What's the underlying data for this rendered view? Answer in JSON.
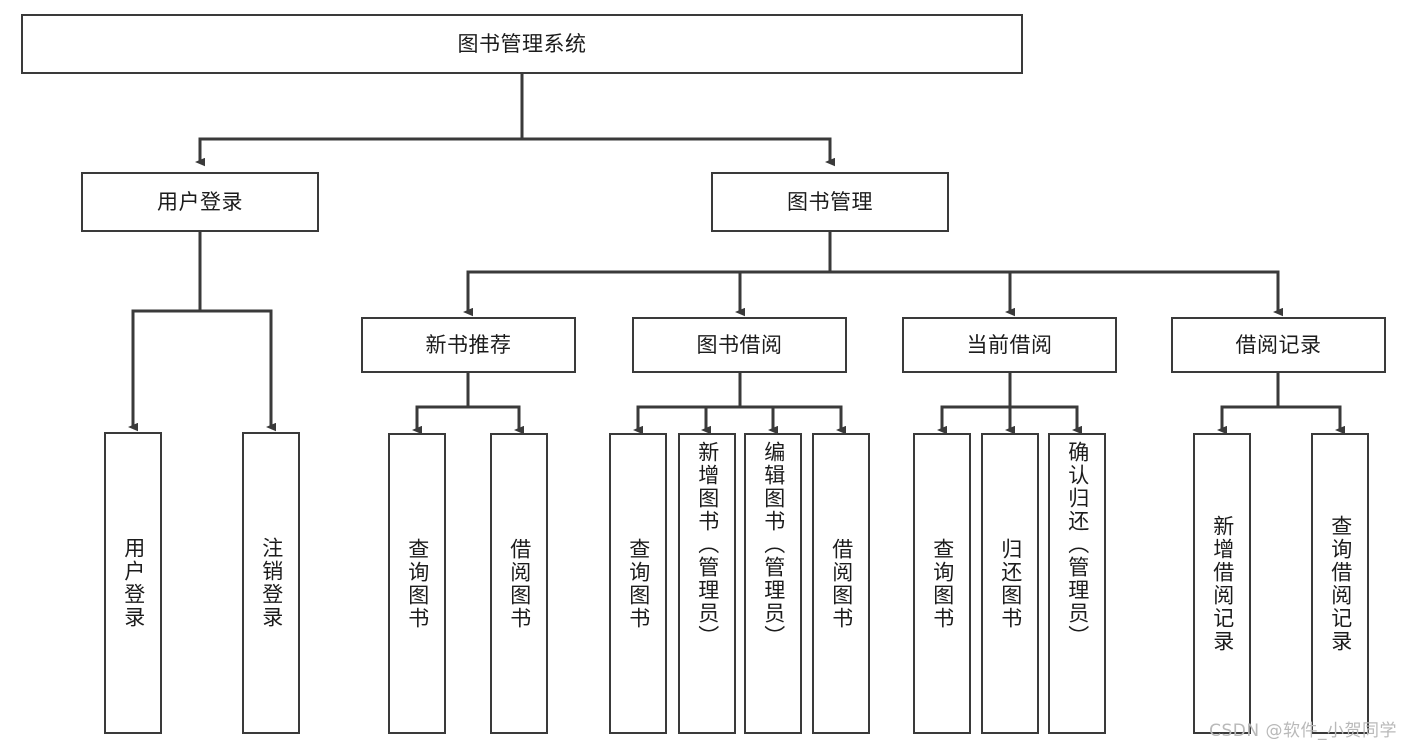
{
  "diagram": {
    "title": "图书管理系统",
    "watermark": "CSDN @软件_小贺同学",
    "line_color": "#3a3a3a",
    "box_fill": "#ffffff",
    "text_color": "#1c1c1c",
    "watermark_color": "#b9b9b9",
    "root": {
      "label": "图书管理系统"
    },
    "level2": [
      {
        "label": "用户登录"
      },
      {
        "label": "图书管理"
      }
    ],
    "level3": [
      {
        "label": "新书推荐"
      },
      {
        "label": "图书借阅"
      },
      {
        "label": "当前借阅"
      },
      {
        "label": "借阅记录"
      }
    ],
    "leaves": {
      "user_login": [
        {
          "label": "用户登录"
        },
        {
          "label": "注销登录"
        }
      ],
      "new_book_recommend": [
        {
          "label": "查询图书"
        },
        {
          "label": "借阅图书"
        }
      ],
      "book_borrow": [
        {
          "label": "查询图书"
        },
        {
          "label": "新增图书（管理员）"
        },
        {
          "label": "编辑图书（管理员）"
        },
        {
          "label": "借阅图书"
        }
      ],
      "current_borrow": [
        {
          "label": "查询图书"
        },
        {
          "label": "归还图书"
        },
        {
          "label": "确认归还（管理员）"
        }
      ],
      "borrow_records": [
        {
          "label": "新增借阅记录"
        },
        {
          "label": "查询借阅记录"
        }
      ]
    }
  }
}
